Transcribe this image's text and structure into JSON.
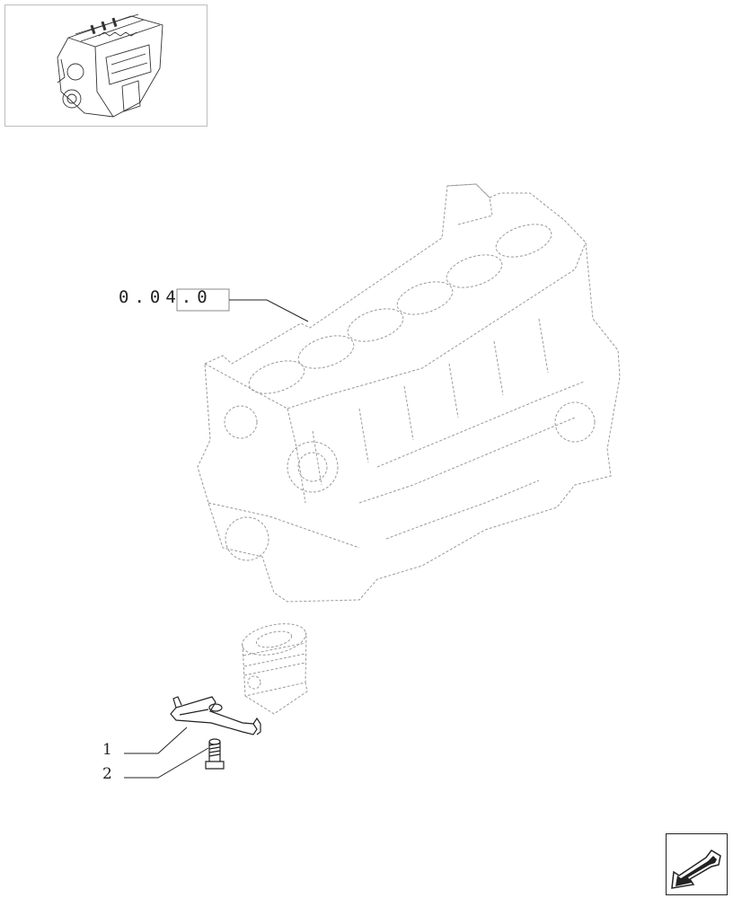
{
  "reference": {
    "label": "0.04.0"
  },
  "callouts": [
    {
      "number": "1",
      "part": "spray-nozzle"
    },
    {
      "number": "2",
      "part": "screw"
    }
  ],
  "icons": {
    "thumbnail": "engine-icon",
    "next": "next-page-arrow-icon"
  }
}
